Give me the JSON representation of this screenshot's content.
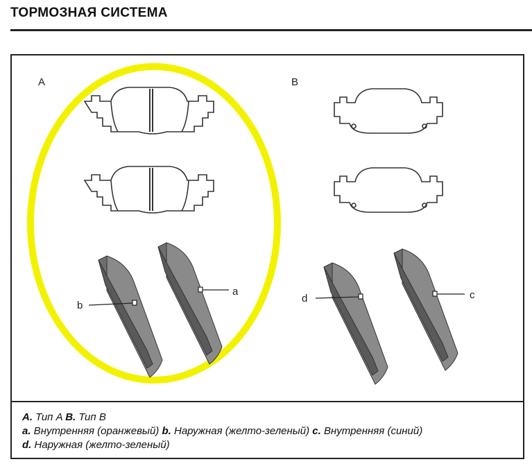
{
  "header": {
    "title": "ТОРМОЗНАЯ СИСТЕМА"
  },
  "figure": {
    "labels": {
      "A": "A",
      "B": "B",
      "a": "a",
      "b": "b",
      "c": "c",
      "d": "d"
    },
    "highlight_color": "#f2f200"
  },
  "caption": {
    "line1": [
      {
        "key": "A.",
        "text": " Тип A "
      },
      {
        "key": "B.",
        "text": " Тип B"
      }
    ],
    "line2": [
      {
        "key": "a.",
        "text": " Внутренняя (оранжевый) "
      },
      {
        "key": "b.",
        "text": " Наружная (желто-зеленый) "
      },
      {
        "key": "c.",
        "text": " Внутренняя (синий)"
      }
    ],
    "line3": [
      {
        "key": "d.",
        "text": " Наружная (желто-зеленый)"
      }
    ]
  }
}
